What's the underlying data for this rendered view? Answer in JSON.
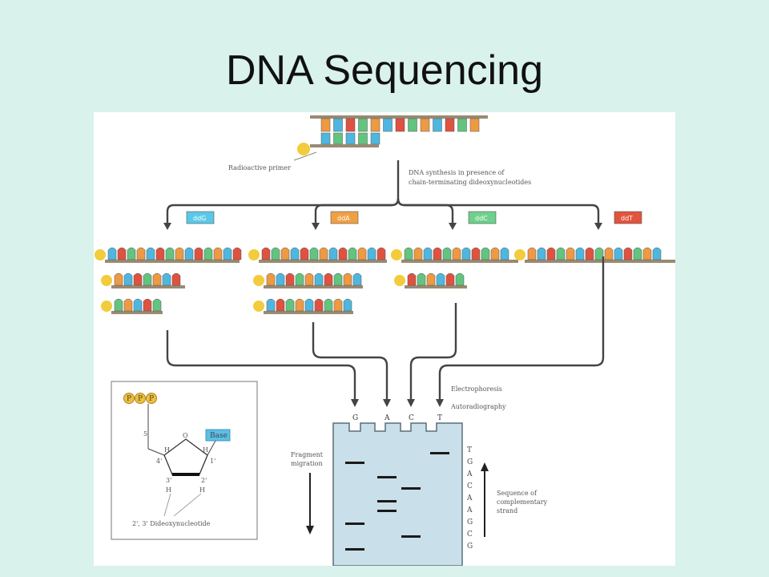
{
  "slide": {
    "title": "DNA Sequencing"
  },
  "figure": {
    "primer_label": "Radioactive primer",
    "synthesis_label_1": "DNA synthesis in presence of",
    "synthesis_label_2": "chain-terminating dideoxynucleotides",
    "reactions": [
      {
        "label": "ddG",
        "color": "#5bc8e8"
      },
      {
        "label": "ddA",
        "color": "#f0a043"
      },
      {
        "label": "ddC",
        "color": "#6fd08c"
      },
      {
        "label": "ddT",
        "color": "#e2543e"
      }
    ],
    "lanes": [
      "G",
      "A",
      "C",
      "T"
    ],
    "electrophoresis_label": "Electrophoresis",
    "autoradiography_label": "Autoradiography",
    "migration_label_1": "Fragment",
    "migration_label_2": "migration",
    "sequence_label_1": "Sequence of",
    "sequence_label_2": "complementary",
    "sequence_label_3": "strand",
    "read_sequence": [
      "T",
      "G",
      "A",
      "C",
      "A",
      "A",
      "G",
      "C",
      "G"
    ],
    "inset": {
      "phosphate_letter": "P",
      "base_label": "Base",
      "ring_o": "O",
      "carbons": [
        "5'",
        "4'",
        "1'",
        "3'",
        "2'"
      ],
      "hydrogens": [
        "H",
        "H",
        "H",
        "H"
      ],
      "caption": "2', 3' Dideoxynucleotide"
    },
    "nucleotide_colors": {
      "G": "#4fb7df",
      "A": "#ee9a43",
      "C": "#63c47f",
      "T": "#df5240"
    }
  }
}
